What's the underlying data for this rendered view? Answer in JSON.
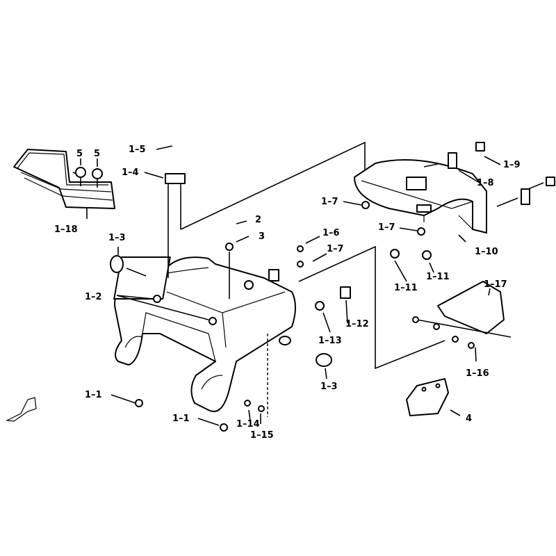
{
  "diagram": {
    "title": "Parts exploded view",
    "callouts": [
      {
        "id": "c5a",
        "text": "5"
      },
      {
        "id": "c5b",
        "text": "5"
      },
      {
        "id": "c1-5",
        "text": "1–5"
      },
      {
        "id": "c1-4",
        "text": "1–4"
      },
      {
        "id": "c1-18",
        "text": "1–18"
      },
      {
        "id": "c1-3a",
        "text": "1–3"
      },
      {
        "id": "c2",
        "text": "2"
      },
      {
        "id": "c3",
        "text": "3"
      },
      {
        "id": "c1-6",
        "text": "1–6"
      },
      {
        "id": "c1-7a",
        "text": "1–7"
      },
      {
        "id": "c1-2",
        "text": "1–2"
      },
      {
        "id": "c1-12",
        "text": "1–12"
      },
      {
        "id": "c1-13",
        "text": "1–13"
      },
      {
        "id": "c1-3b",
        "text": "1–3"
      },
      {
        "id": "c1-1a",
        "text": "1–1"
      },
      {
        "id": "c1-1b",
        "text": "1–1"
      },
      {
        "id": "c1-14",
        "text": "1–14"
      },
      {
        "id": "c1-15",
        "text": "1–15"
      },
      {
        "id": "c1-9",
        "text": "1–9"
      },
      {
        "id": "c1-8",
        "text": "1–8"
      },
      {
        "id": "c1-7b",
        "text": "1–7"
      },
      {
        "id": "c1-7c",
        "text": "1–7"
      },
      {
        "id": "c1-10",
        "text": "1–10"
      },
      {
        "id": "c1-11a",
        "text": "1–11"
      },
      {
        "id": "c1-11b",
        "text": "1–11"
      },
      {
        "id": "c1-17",
        "text": "1–17"
      },
      {
        "id": "c1-16",
        "text": "1–16"
      },
      {
        "id": "c4",
        "text": "4"
      }
    ]
  }
}
